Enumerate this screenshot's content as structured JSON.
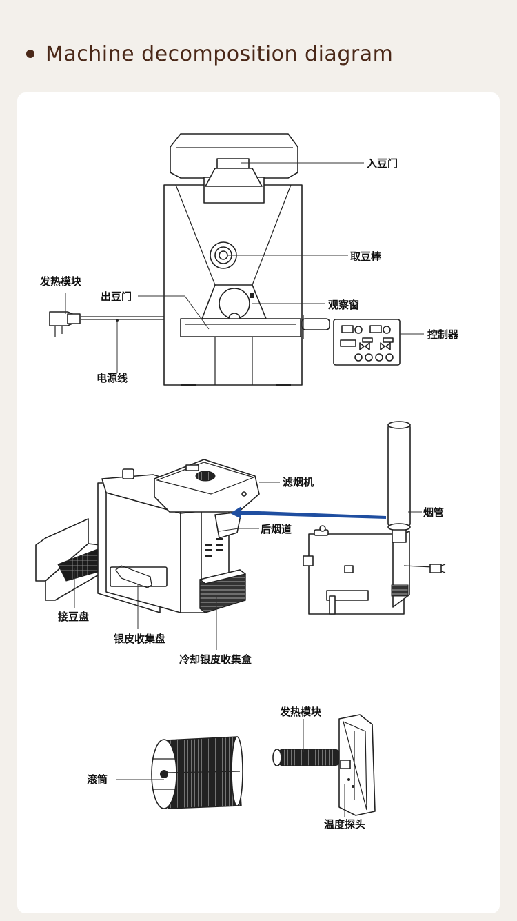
{
  "header": {
    "title": "Machine decomposition diagram"
  },
  "labels": {
    "inlet_door": "入豆门",
    "bean_stick": "取豆棒",
    "heating_module_top": "发热模块",
    "outlet_door": "出豆门",
    "viewing_window": "观察窗",
    "controller": "控制器",
    "power_cord": "电源线",
    "smoke_filter": "滤烟机",
    "chimney": "烟管",
    "rear_flue": "后烟道",
    "bean_tray": "接豆盘",
    "chaff_tray": "银皮收集盘",
    "cooling_chaff_box": "冷却银皮收集盒",
    "heating_module_bottom": "发热模块",
    "drum": "滚筒",
    "temp_probe": "温度探头"
  },
  "colors": {
    "title": "#4a2818",
    "background": "#f3f0eb",
    "card": "#ffffff",
    "arrow": "#1f4ea0"
  }
}
